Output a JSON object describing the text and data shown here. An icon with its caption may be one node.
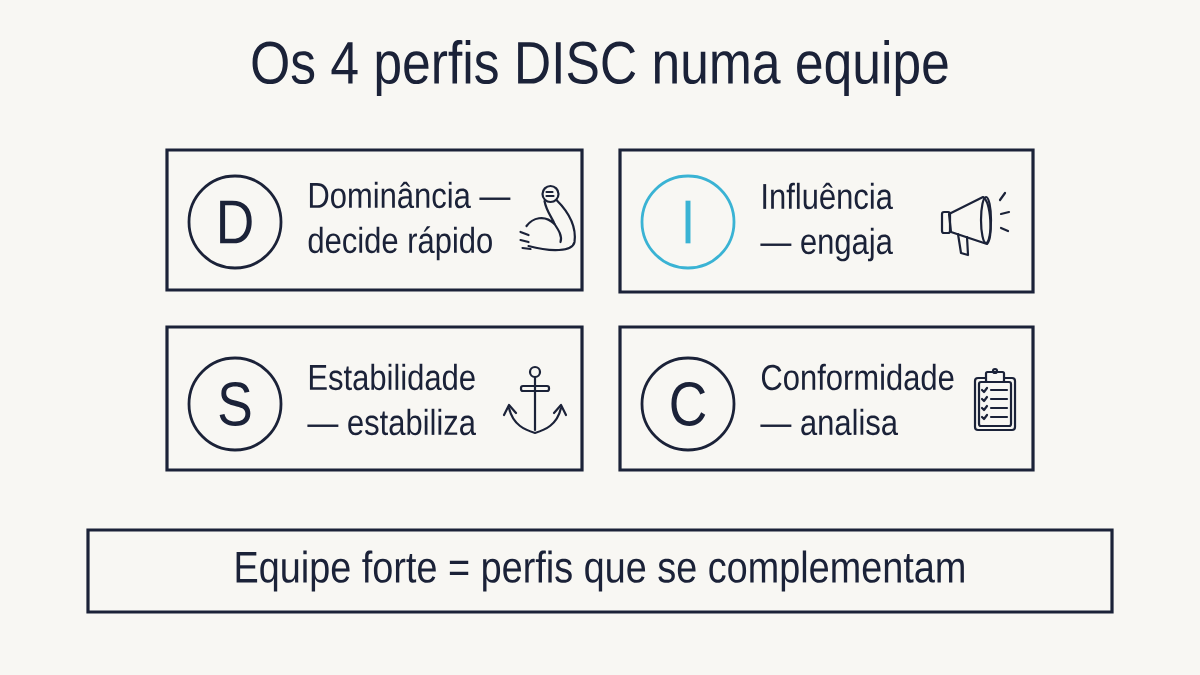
{
  "diagram": {
    "title": "Os 4 perfis DISC numa equipe",
    "nodes": [
      {
        "text": [
          "Dominância — decide rápido"
        ]
      },
      {
        "text": [
          "D"
        ],
        "in": 0
      },
      {
        "text": [
          "Influência — engaja"
        ]
      },
      {
        "text": [
          "I"
        ],
        "in": 2
      },
      {
        "text": [
          "Estabilidade — estabiliza"
        ]
      },
      {
        "text": [
          "S"
        ],
        "in": 4
      },
      {
        "text": [
          "Conformidade — analisa"
        ]
      },
      {
        "text": [
          "C"
        ],
        "in": 6
      },
      {
        "text": [
          "Equipe forte = perfis que se complementam"
        ]
      }
    ]
  }
}
